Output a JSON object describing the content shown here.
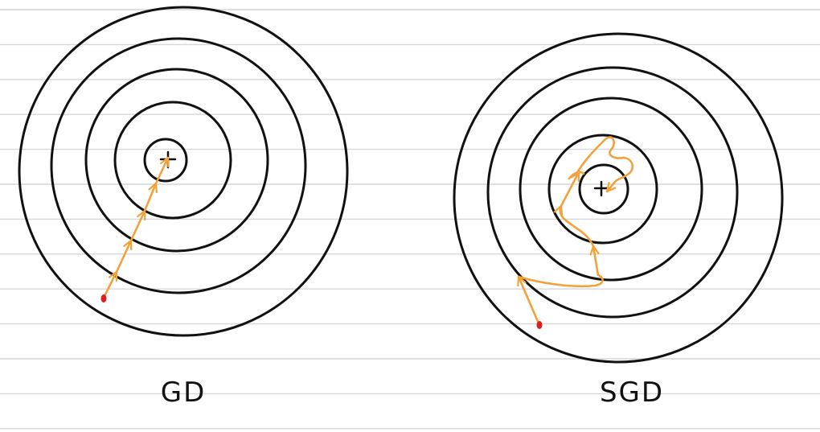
{
  "colors": {
    "background": "#ffffff",
    "ruled_lines": "#d4d7dc",
    "contours": "#111111",
    "path": "#f3a23a",
    "start_point": "#d8201f",
    "text": "#111111"
  },
  "panels": [
    {
      "id": "gd",
      "label": "GD",
      "contour_count": 5,
      "minimum_marker": "+"
    },
    {
      "id": "sgd",
      "label": "SGD",
      "contour_count": 5,
      "minimum_marker": "+"
    }
  ]
}
